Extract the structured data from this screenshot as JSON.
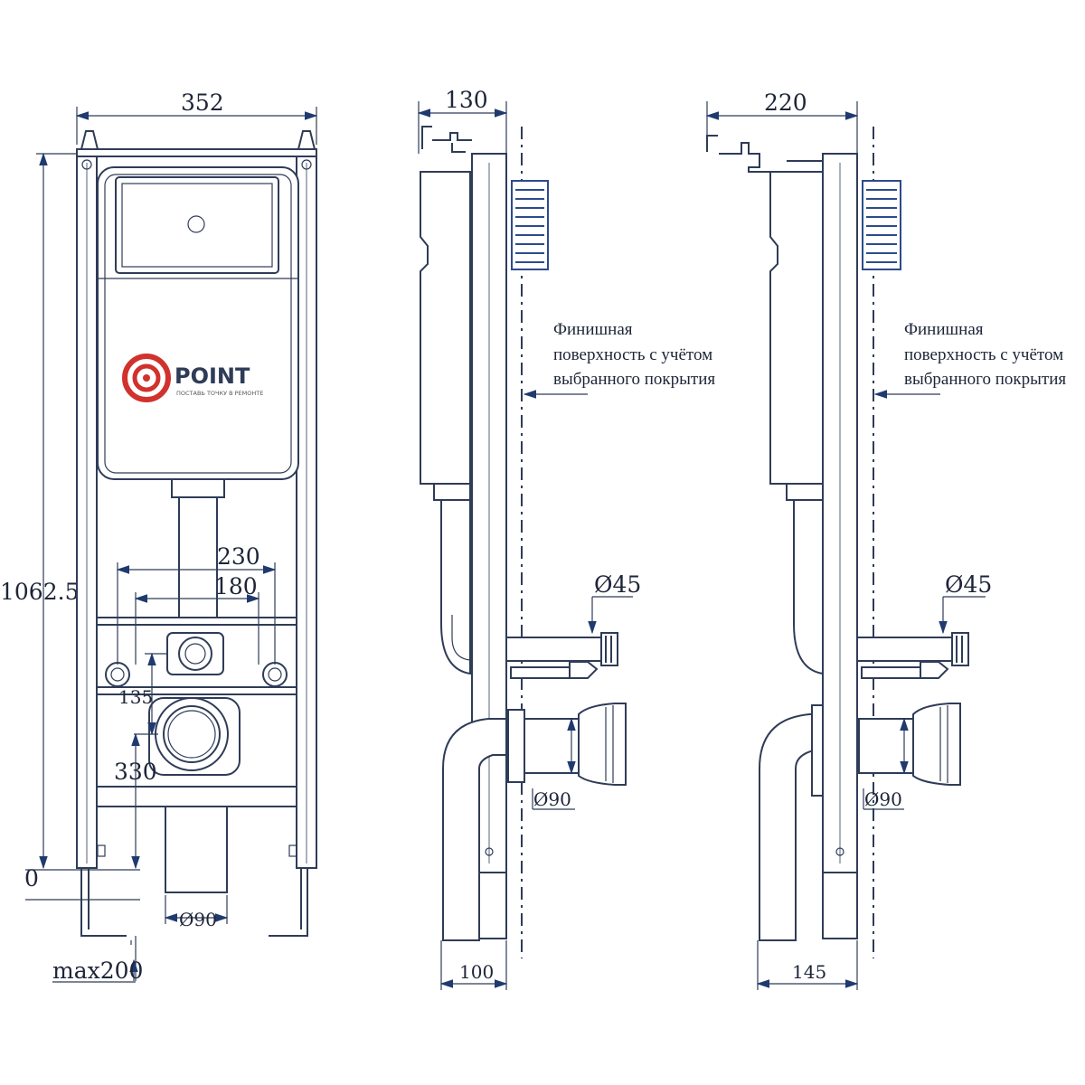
{
  "front_view": {
    "width_dim": "352",
    "height_dim": "1062.5",
    "pipe_spacing_outer": "230",
    "pipe_spacing_inner": "180",
    "bolt_offset": "135",
    "outlet_height": "330",
    "outlet_diameter": "Ø90",
    "foot_extension": "max200",
    "zero_mark": "0",
    "logo": {
      "brand": "POINT",
      "tagline": "ПОСТАВЬ ТОЧКУ В РЕМОНТЕ",
      "color": "#d0322d"
    }
  },
  "side_view_1": {
    "depth_dim": "130",
    "bottom_dim": "100",
    "inlet_diameter": "Ø45",
    "outlet_diameter": "Ø90",
    "note_lines": [
      "Финишная",
      "поверхность с учётом",
      "выбранного покрытия"
    ]
  },
  "side_view_2": {
    "depth_dim": "220",
    "bottom_dim": "145",
    "inlet_diameter": "Ø45",
    "outlet_diameter": "Ø90",
    "note_lines": [
      "Финишная",
      "поверхность с учётом",
      "выбранного покрытия"
    ]
  }
}
